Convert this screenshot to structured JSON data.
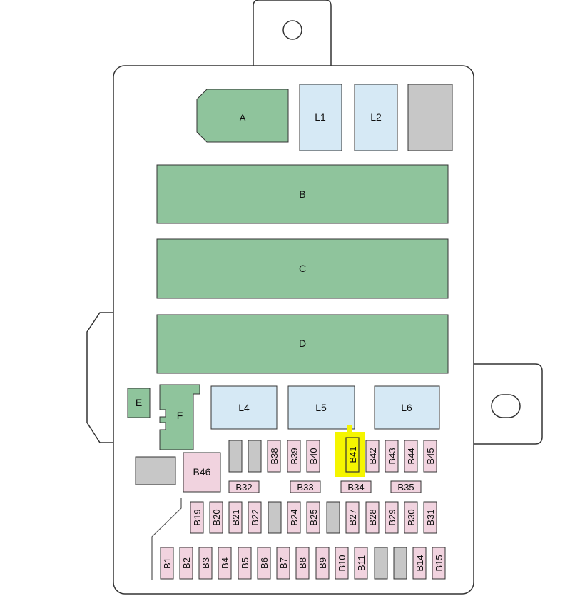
{
  "colors": {
    "relay_green": "#8fc49c",
    "relay_blue": "#d6e9f5",
    "fuse_pink": "#f1d3df",
    "spare_gray": "#c7c7c7",
    "highlight": "#f5f500",
    "outline": "#333333"
  },
  "relays": {
    "A": "A",
    "L1": "L1",
    "L2": "L2",
    "B": "B",
    "C": "C",
    "D": "D",
    "E": "E",
    "F": "F",
    "L4": "L4",
    "L5": "L5",
    "L6": "L6"
  },
  "fuses": {
    "B1": "B1",
    "B2": "B2",
    "B3": "B3",
    "B4": "B4",
    "B5": "B5",
    "B6": "B6",
    "B7": "B7",
    "B8": "B8",
    "B9": "B9",
    "B10": "B10",
    "B11": "B11",
    "B14": "B14",
    "B15": "B15",
    "B19": "B19",
    "B20": "B20",
    "B21": "B21",
    "B22": "B22",
    "B24": "B24",
    "B25": "B25",
    "B27": "B27",
    "B28": "B28",
    "B29": "B29",
    "B30": "B30",
    "B31": "B31",
    "B32": "B32",
    "B33": "B33",
    "B34": "B34",
    "B35": "B35",
    "B38": "B38",
    "B39": "B39",
    "B40": "B40",
    "B41": "B41",
    "B42": "B42",
    "B43": "B43",
    "B44": "B44",
    "B45": "B45",
    "B46": "B46"
  },
  "highlighted_fuse": "B41"
}
